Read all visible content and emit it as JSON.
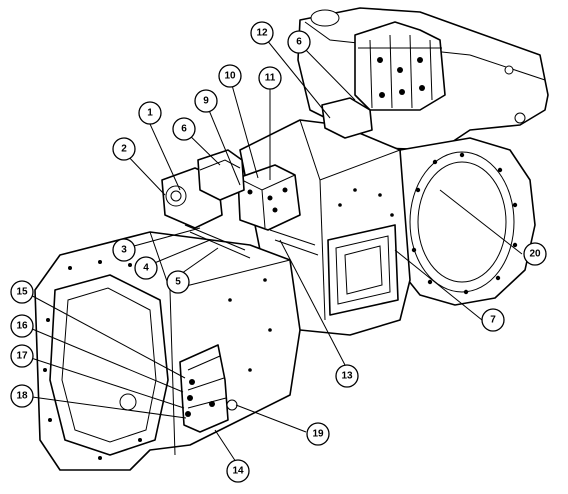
{
  "figure": {
    "callouts": [
      {
        "id": "1",
        "label": "1"
      },
      {
        "id": "2",
        "label": "2"
      },
      {
        "id": "3",
        "label": "3"
      },
      {
        "id": "4",
        "label": "4"
      },
      {
        "id": "5",
        "label": "5"
      },
      {
        "id": "6a",
        "label": "6"
      },
      {
        "id": "6b",
        "label": "6"
      },
      {
        "id": "7",
        "label": "7"
      },
      {
        "id": "9",
        "label": "9"
      },
      {
        "id": "10",
        "label": "10"
      },
      {
        "id": "11",
        "label": "11"
      },
      {
        "id": "12",
        "label": "12"
      },
      {
        "id": "13",
        "label": "13"
      },
      {
        "id": "14",
        "label": "14"
      },
      {
        "id": "15",
        "label": "15"
      },
      {
        "id": "16",
        "label": "16"
      },
      {
        "id": "17",
        "label": "17"
      },
      {
        "id": "18",
        "label": "18"
      },
      {
        "id": "19",
        "label": "19"
      },
      {
        "id": "20",
        "label": "20"
      }
    ]
  }
}
